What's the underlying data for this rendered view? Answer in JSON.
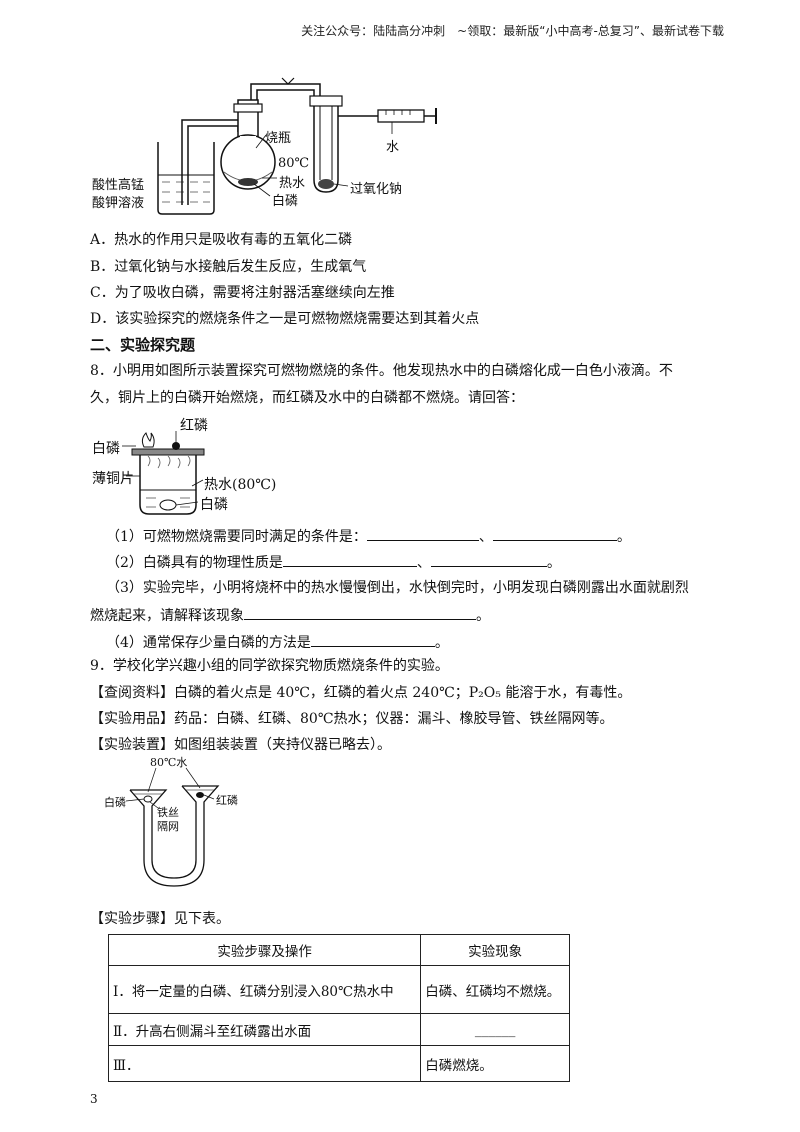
{
  "header": "关注公众号：陆陆高分冲刺　~领取：最新版“小中高考-总复习”、最新试卷下载",
  "fig1": {
    "labels": {
      "flask": "烧瓶",
      "temp": "80℃",
      "hot_water": "热水",
      "white_p": "白磷",
      "water": "水",
      "peroxide": "过氧化钠",
      "kmno4_1": "酸性高锰",
      "kmno4_2": "酸钾溶液"
    }
  },
  "q7_options": [
    "A．热水的作用只是吸收有毒的五氧化二磷",
    "B．过氧化钠与水接触后发生反应，生成氧气",
    "C．为了吸收白磷，需要将注射器活塞继续向左推",
    "D．该实验探究的燃烧条件之一是可燃物燃烧需要达到其着火点"
  ],
  "section_title": "二、实验探究题",
  "q8": {
    "stem_line1": "8．小明用如图所示装置探究可燃物燃烧的条件。他发现热水中的白磷熔化成一白色小液滴。不",
    "stem_line2": "久，铜片上的白磷开始燃烧，而红磷及水中的白磷都不燃烧。请回答：",
    "fig_labels": {
      "red_p": "红磷",
      "white_p": "白磷",
      "copper": "薄铜片",
      "hot_water": "热水(80℃)",
      "white_p_water": "白磷"
    },
    "sub1_text": "（1）可燃物燃烧需要同时满足的条件是：",
    "sub1_sep": "、",
    "sub1_end": "。",
    "sub2_text": "（2）白磷具有的物理性质是",
    "sub2_sep": "、",
    "sub2_end": "。",
    "sub3_line1": "（3）实验完毕，小明将烧杯中的热水慢慢倒出，水快倒完时，小明发现白磷刚露出水面就剧烈",
    "sub3_line2": "燃烧起来，请解释该现象",
    "sub3_end": "。",
    "sub4_text": "（4）通常保存少量白磷的方法是",
    "sub4_end": "。"
  },
  "q9": {
    "stem": "9．学校化学兴趣小组的同学欲探究物质燃烧条件的实验。",
    "info": "【查阅资料】白磷的着火点是 40℃，红磷的着火点 240℃；P₂O₅ 能溶于水，有毒性。",
    "materials": "【实验用品】药品：白磷、红磷、80℃热水；仪器：漏斗、橡胶导管、铁丝隔网等。",
    "apparatus": "【实验装置】如图组装装置（夹持仪器已略去）。",
    "fig_labels": {
      "water": "80℃水",
      "white_p": "白磷",
      "red_p": "红磷",
      "mesh1": "铁丝",
      "mesh2": "隔网"
    },
    "steps_intro": "【实验步骤】见下表。",
    "table": {
      "headers": [
        "实验步骤及操作",
        "实验现象"
      ],
      "rows": [
        [
          "Ⅰ．将一定量的白磷、红磷分别浸入80℃热水中",
          "白磷、红磷均不燃烧。"
        ],
        [
          "Ⅱ．升高右侧漏斗至红磷露出水面",
          "______"
        ],
        [
          "Ⅲ．",
          "白磷燃烧。"
        ]
      ]
    }
  },
  "page_number": "3"
}
